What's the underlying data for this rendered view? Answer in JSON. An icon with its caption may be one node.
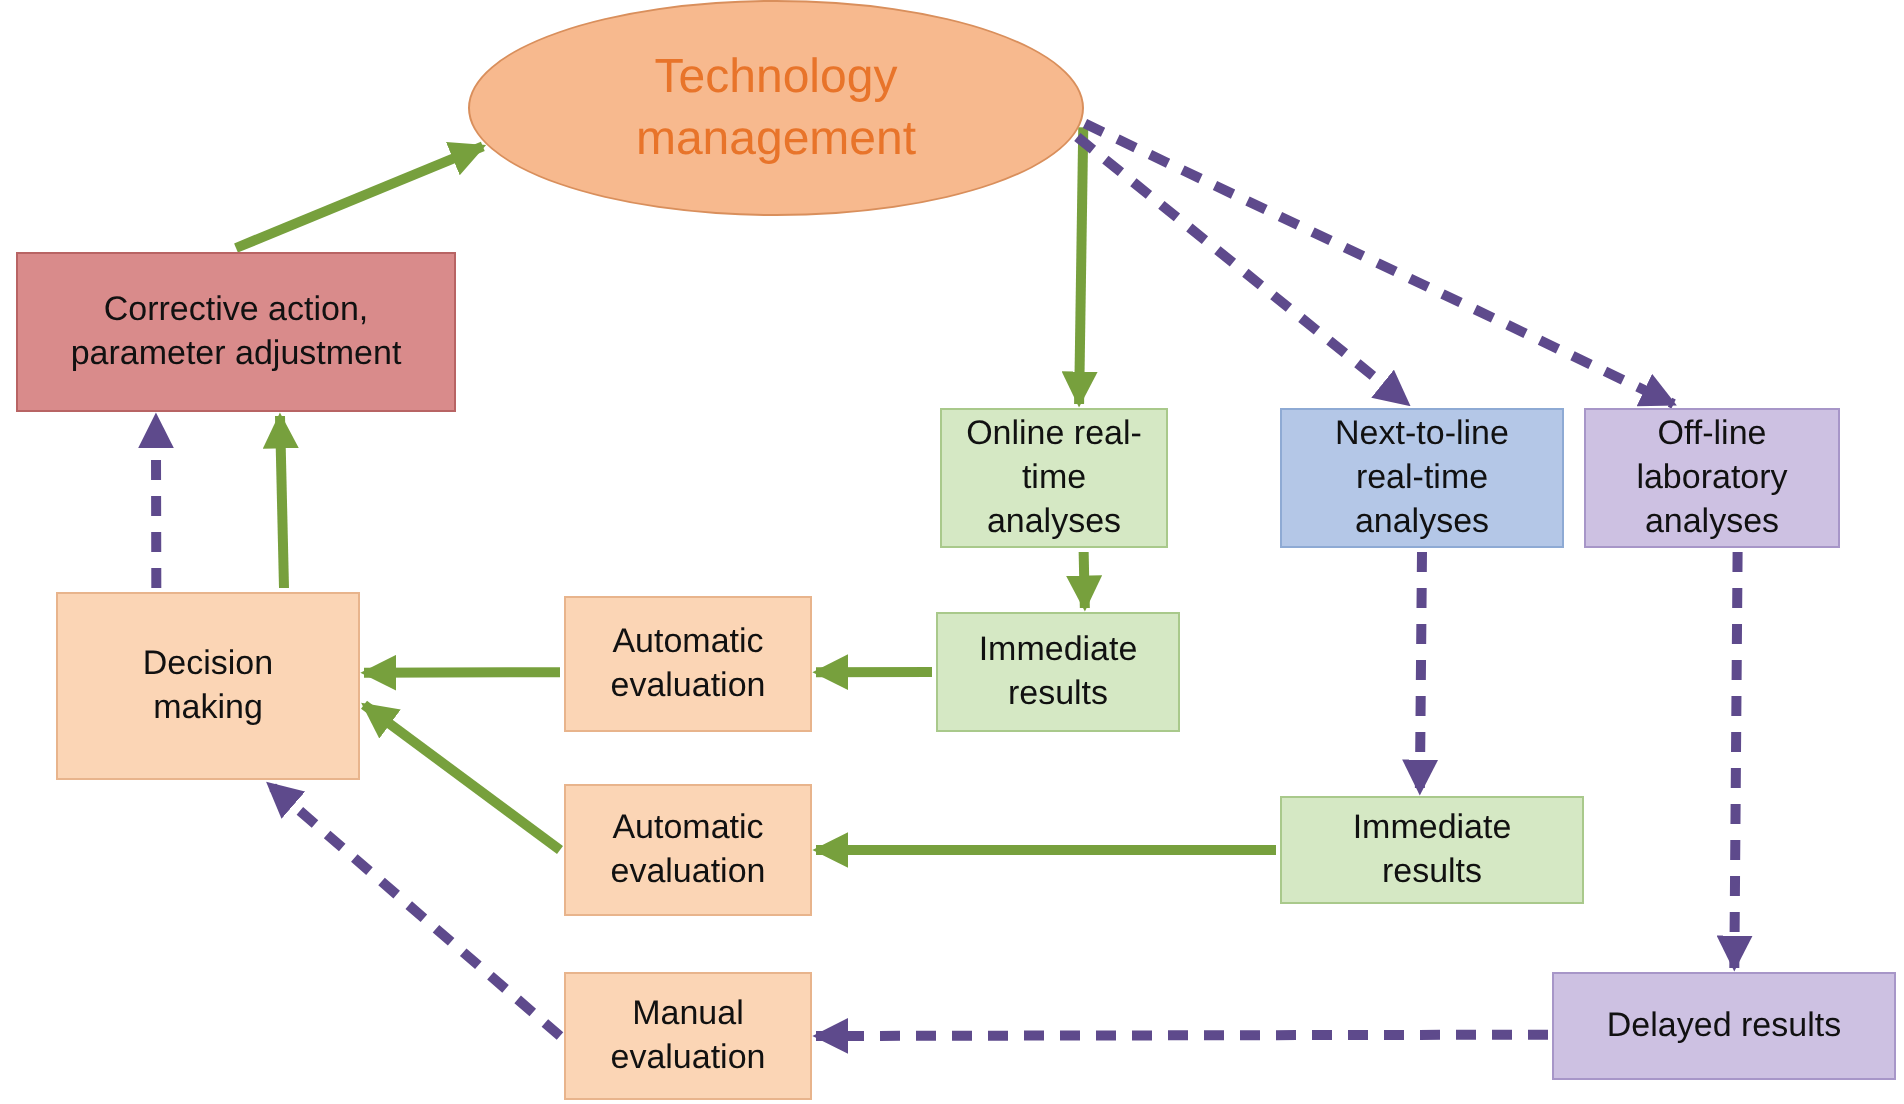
{
  "diagram": {
    "nodes": [
      {
        "text": [
          "Technology management"
        ]
      },
      {
        "text": [
          "Corrective action, parameter adjustment"
        ]
      },
      {
        "text": [
          "Online real-time analyses"
        ]
      },
      {
        "text": [
          "Next-to-line real-time analyses"
        ]
      },
      {
        "text": [
          "Off-line laboratory analyses"
        ]
      },
      {
        "text": [
          "Decision making"
        ]
      },
      {
        "text": [
          "Automatic evaluation"
        ]
      },
      {
        "text": [
          "Immediate results"
        ]
      },
      {
        "text": [
          "Automatic evaluation"
        ]
      },
      {
        "text": [
          "Immediate results"
        ]
      },
      {
        "text": [
          "Manual evaluation"
        ]
      },
      {
        "text": [
          "Delayed results"
        ]
      }
    ],
    "edges": [
      {
        "from": 1,
        "to": 0,
        "arrow": "to"
      },
      {
        "from": 0,
        "to": 2,
        "arrow": "to"
      },
      {
        "from": 0,
        "to": 3,
        "arrow": "to",
        "style": "dashed",
        "color": "#5e4a8c"
      },
      {
        "from": 0,
        "to": 4,
        "arrow": "to",
        "style": "dashed",
        "color": "#5e4a8c"
      },
      {
        "from": 2,
        "to": 7,
        "arrow": "to"
      },
      {
        "from": 7,
        "to": 6,
        "arrow": "to"
      },
      {
        "from": 6,
        "to": 5,
        "arrow": "to"
      },
      {
        "from": 5,
        "to": 1,
        "arrow": "to",
        "style": "dashed",
        "color": "#5e4a8c"
      },
      {
        "from": 5,
        "to": 1,
        "arrow": "to"
      },
      {
        "from": 3,
        "to": 9,
        "arrow": "to",
        "style": "dashed",
        "color": "#5e4a8c"
      },
      {
        "from": 9,
        "to": 8,
        "arrow": "to"
      },
      {
        "from": 8,
        "to": 5,
        "arrow": "to"
      },
      {
        "from": 4,
        "to": 11,
        "arrow": "to",
        "style": "dashed",
        "color": "#5e4a8c"
      },
      {
        "from": 11,
        "to": 10,
        "arrow": "to",
        "style": "dashed",
        "color": "#5e4a8c"
      },
      {
        "from": 10,
        "to": 5,
        "arrow": "to",
        "style": "dashed",
        "color": "#5e4a8c"
      }
    ]
  }
}
